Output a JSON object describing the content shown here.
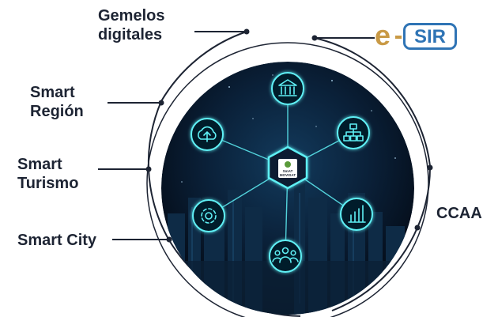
{
  "labels": {
    "gemelos_line1": "Gemelos",
    "gemelos_line2": "digitales",
    "region_line1": "Smart",
    "region_line2": "Región",
    "turismo_line1": "Smart",
    "turismo_line2": "Turismo",
    "city": "Smart City",
    "ccaa": "CCAA"
  },
  "esir": {
    "e": "e",
    "box": "SIR"
  },
  "center": {
    "logo_small": "SmAT",
    "logo_name": "MOVISAT"
  },
  "colors": {
    "accent": "#2f74b5",
    "gold": "#c99a46",
    "node": "#5ff0f5",
    "dark": "#061525",
    "ring": "#1d2433"
  },
  "nodes": [
    "bank-icon",
    "hierarchy-icon",
    "bar-chart-icon",
    "people-icon",
    "gear-icon",
    "cloud-upload-icon"
  ]
}
